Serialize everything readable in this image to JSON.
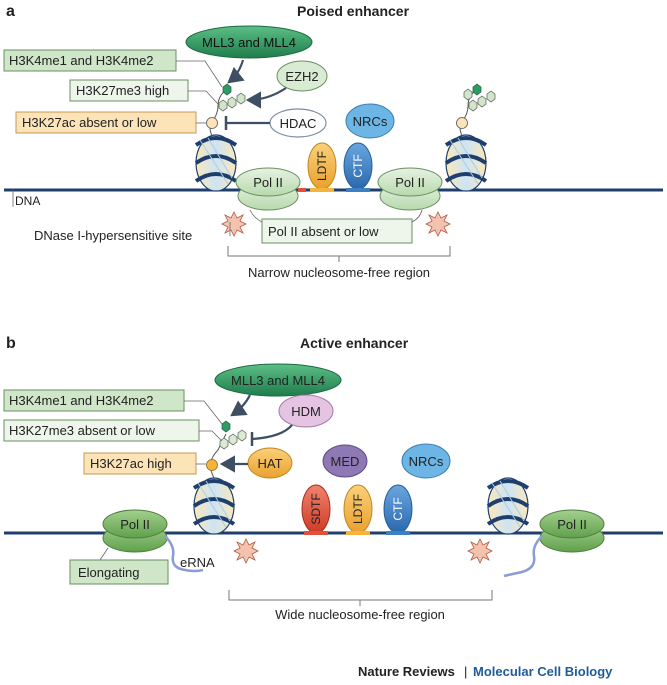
{
  "panel_a": {
    "letter": "a",
    "title": "Poised enhancer",
    "mll": "MLL3 and MLL4",
    "h3k4": "H3K4me1 and H3K4me2",
    "ezh2": "EZH2",
    "h3k27me3": "H3K27me3 high",
    "h3k27ac": "H3K27ac absent or low",
    "hdac": "HDAC",
    "nrcs": "NRCs",
    "ldtf": "LDTF",
    "ctf": "CTF",
    "pol2_left": "Pol II",
    "pol2_right": "Pol II",
    "dna": "DNA",
    "dnase": "DNase I-hypersensitive site",
    "pol2_absent": "Pol II absent or low",
    "nfr": "Narrow nucleosome-free region"
  },
  "panel_b": {
    "letter": "b",
    "title": "Active enhancer",
    "mll": "MLL3 and MLL4",
    "h3k4": "H3K4me1 and H3K4me2",
    "hdm": "HDM",
    "h3k27me3": "H3K27me3 absent or low",
    "h3k27ac": "H3K27ac high",
    "hat": "HAT",
    "med": "MED",
    "nrcs": "NRCs",
    "sdtf": "SDTF",
    "ldtf": "LDTF",
    "ctf": "CTF",
    "pol2_left": "Pol II",
    "pol2_right": "Pol II",
    "elongating": "Elongating",
    "erna": "eRNA",
    "nfr": "Wide nucleosome-free region"
  },
  "footer": {
    "journal": "Nature Reviews",
    "separator": "|",
    "subjournal": "Molecular Cell Biology"
  },
  "colors": {
    "dna": "#1e3f6e",
    "mll_green": "#2e9b63",
    "light_green": "#d9ecd3",
    "green_box": "#cfe6c8",
    "orange_box": "#fde3b8",
    "hdac_fill": "#ffffff",
    "ldtf_orange": "#f6b53a",
    "ctf_blue": "#3b7fc4",
    "nrcs_blue": "#6cb5e4",
    "sdtf_red": "#e0503a",
    "med_purple": "#8f79b5",
    "hdm_pink": "#e4c3e3",
    "pol2_green": "#cfe6c8",
    "pol2_dark_green": "#7db86a"
  }
}
